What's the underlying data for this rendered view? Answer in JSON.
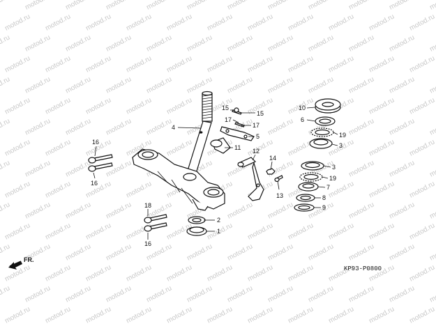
{
  "watermark": {
    "text": "motod.ru"
  },
  "diagram_code": "KP93-P0800",
  "front_marker": {
    "label": "FR.",
    "icon": "front-arrow-icon"
  },
  "callouts": [
    {
      "id": "c1",
      "label": "1"
    },
    {
      "id": "c2",
      "label": "2"
    },
    {
      "id": "c3a",
      "label": "3"
    },
    {
      "id": "c3b",
      "label": "3"
    },
    {
      "id": "c4",
      "label": "4"
    },
    {
      "id": "c5",
      "label": "5"
    },
    {
      "id": "c6",
      "label": "6"
    },
    {
      "id": "c7",
      "label": "7"
    },
    {
      "id": "c8",
      "label": "8"
    },
    {
      "id": "c9",
      "label": "9"
    },
    {
      "id": "c10",
      "label": "10"
    },
    {
      "id": "c11",
      "label": "11"
    },
    {
      "id": "c12",
      "label": "12"
    },
    {
      "id": "c13",
      "label": "13"
    },
    {
      "id": "c14",
      "label": "14"
    },
    {
      "id": "c15a",
      "label": "15"
    },
    {
      "id": "c15b",
      "label": "15"
    },
    {
      "id": "c16a",
      "label": "16"
    },
    {
      "id": "c16b",
      "label": "16"
    },
    {
      "id": "c16c",
      "label": "16"
    },
    {
      "id": "c17a",
      "label": "17"
    },
    {
      "id": "c17b",
      "label": "17"
    },
    {
      "id": "c18",
      "label": "18"
    },
    {
      "id": "c19a",
      "label": "19"
    },
    {
      "id": "c19b",
      "label": "19"
    }
  ]
}
